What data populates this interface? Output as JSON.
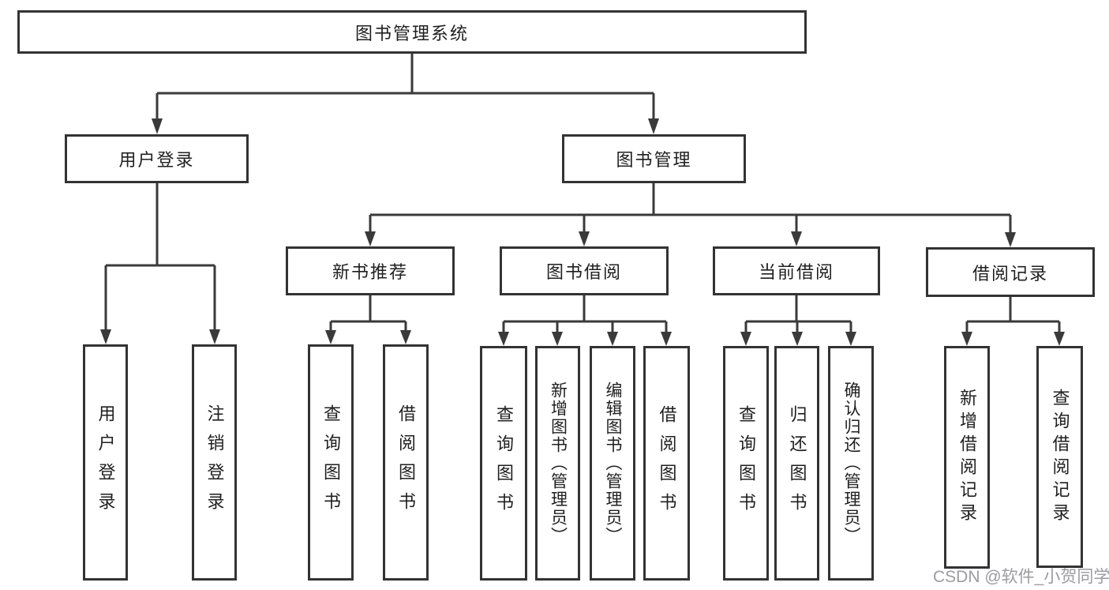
{
  "diagram": {
    "root": {
      "label": "图书管理系统"
    },
    "level2": [
      {
        "label": "用户登录"
      },
      {
        "label": "图书管理"
      }
    ],
    "level3": [
      {
        "label": "新书推荐"
      },
      {
        "label": "图书借阅"
      },
      {
        "label": "当前借阅"
      },
      {
        "label": "借阅记录"
      }
    ],
    "leaves": {
      "user_login": [
        {
          "label": "用户登录"
        },
        {
          "label": "注销登录"
        }
      ],
      "new_book": [
        {
          "label": "查询图书"
        },
        {
          "label": "借阅图书"
        }
      ],
      "book_borrow": [
        {
          "label": "查询图书"
        },
        {
          "label": "新增图书（管理员）"
        },
        {
          "label": "编辑图书（管理员）"
        },
        {
          "label": "借阅图书"
        }
      ],
      "current_borrow": [
        {
          "label": "查询图书"
        },
        {
          "label": "归还图书"
        },
        {
          "label": "确认归还（管理员）"
        }
      ],
      "borrow_record": [
        {
          "label": "新增借阅记录"
        },
        {
          "label": "查询借阅记录"
        }
      ]
    }
  },
  "watermark": {
    "text": "CSDN @软件_小贺同学",
    "color": "#9b9ba1"
  },
  "colors": {
    "background": "#ffffff",
    "box_fill": "#ffffff",
    "box_border": "#333333",
    "line": "#3a3a3a",
    "text": "#1f1f1f"
  }
}
